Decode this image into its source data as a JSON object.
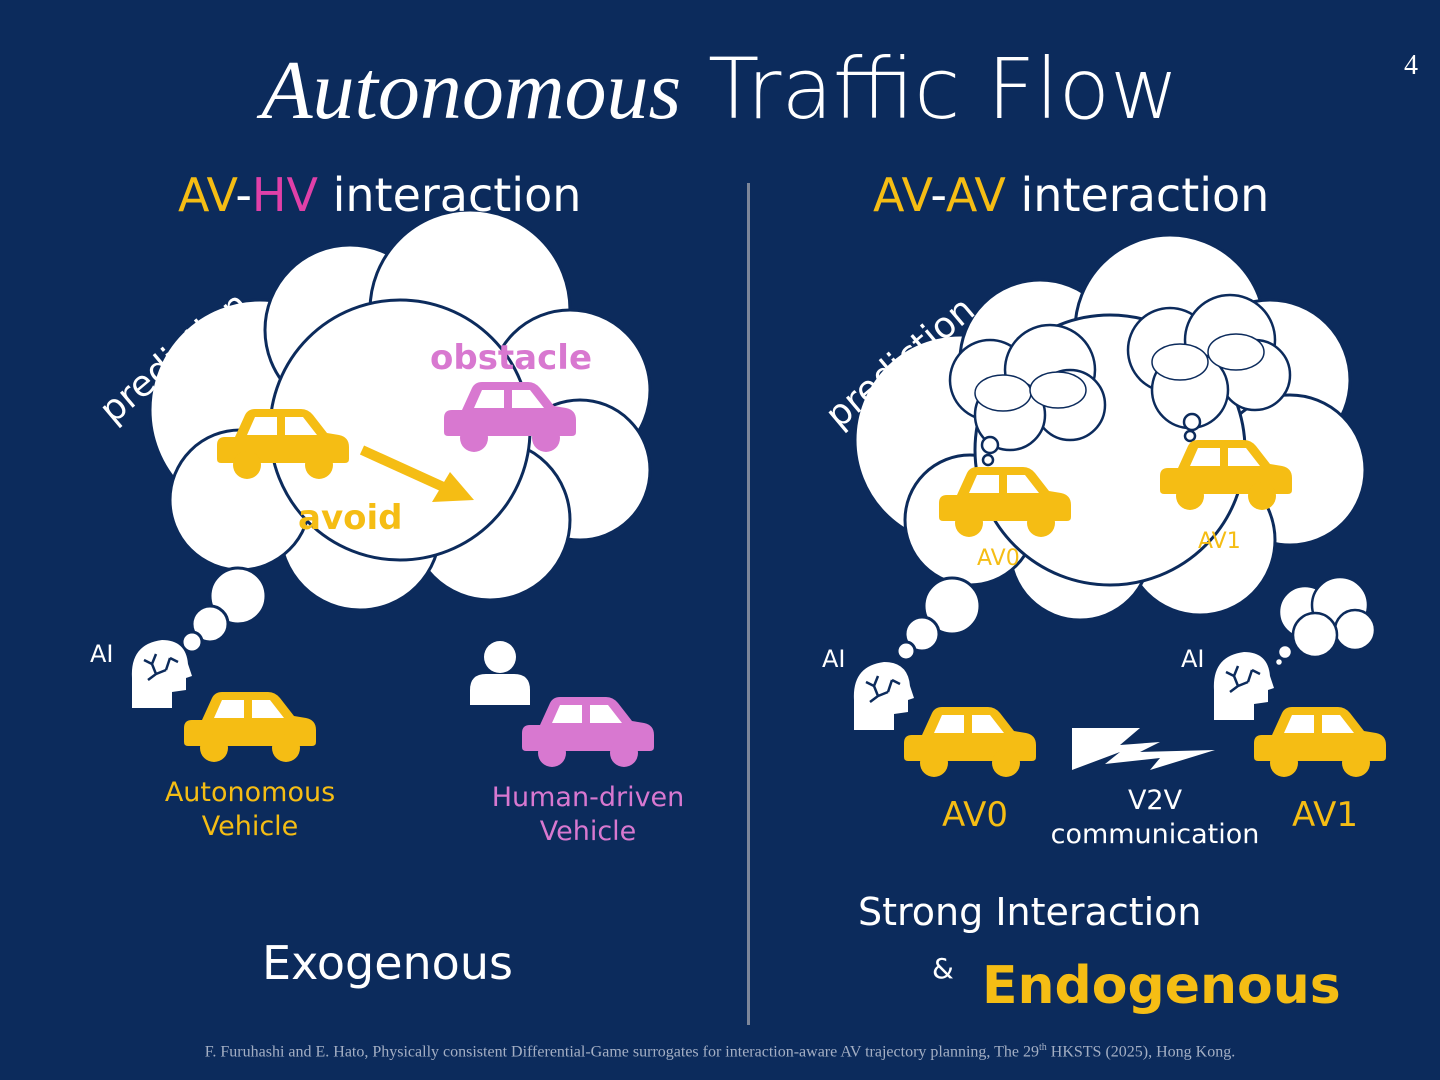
{
  "title": {
    "italic": "Autonomous",
    "regular": "Traffic Flow"
  },
  "page_number": "4",
  "left": {
    "heading": {
      "av": "AV",
      "dash": "-",
      "hv": "HV",
      "rest": " interaction"
    },
    "prediction": "prediction",
    "obstacle": "obstacle",
    "avoid": "avoid",
    "ai": "AI",
    "av_label_line1": "Autonomous",
    "av_label_line2": "Vehicle",
    "hv_label_line1": "Human-driven",
    "hv_label_line2": "Vehicle",
    "bottom": "Exogenous"
  },
  "right": {
    "heading": {
      "av1": "AV",
      "dash": "-",
      "av2": "AV",
      "rest": " interaction"
    },
    "prediction": "prediction",
    "av0_small": "AV0",
    "av1_small": "AV1",
    "ai_left": "AI",
    "ai_right": "AI",
    "av0": "AV0",
    "av1": "AV1",
    "v2v_line1": "V2V",
    "v2v_line2": "communication",
    "strong": "Strong Interaction",
    "amp": "&",
    "endogenous": "Endogenous"
  },
  "footer": {
    "pre": "F. Furuhashi and E. Hato, Physically consistent  Differential-Game surrogates for interaction-aware AV trajectory planning, The 29",
    "sup": "th",
    "post": "  HKSTS (2025), Hong Kong."
  },
  "colors": {
    "background": "#0c2b5c",
    "yellow": "#f5bd14",
    "pink": "#e040a8",
    "violet": "#d878d0"
  }
}
